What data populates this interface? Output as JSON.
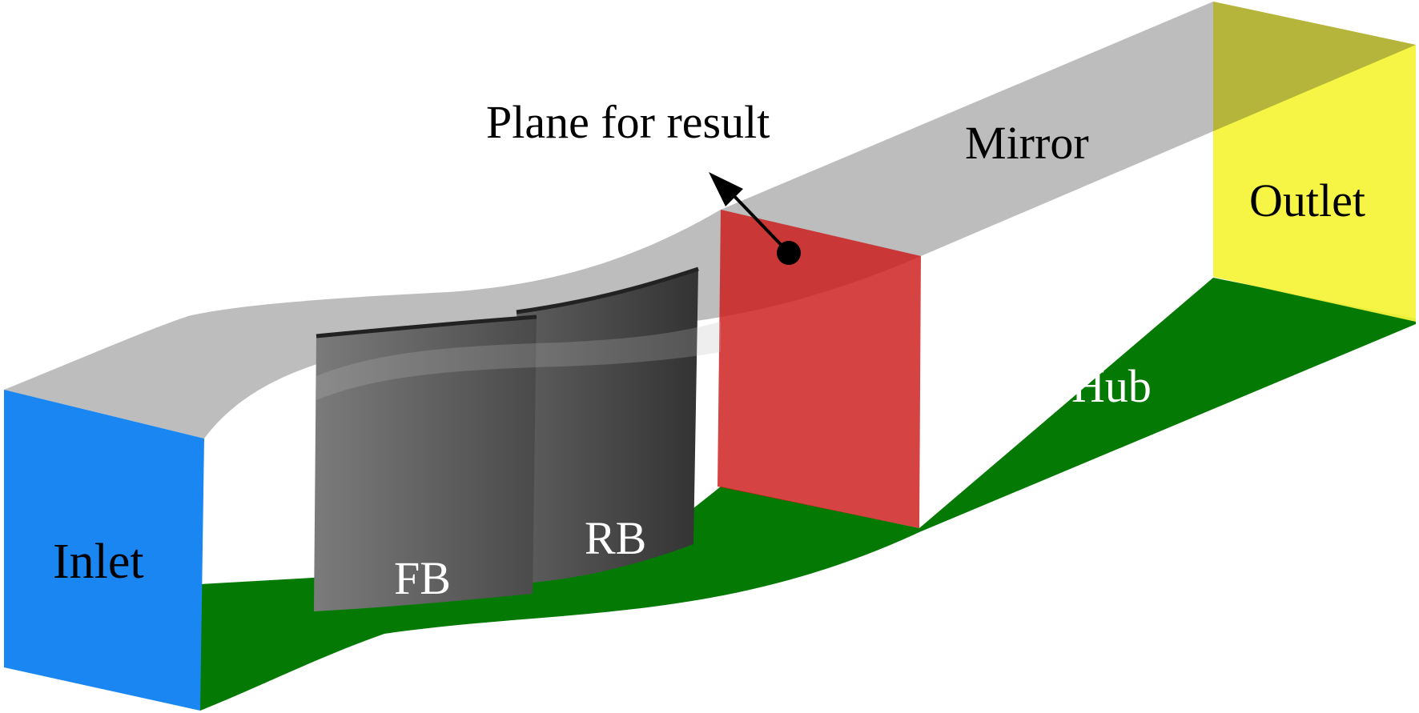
{
  "labels": {
    "inlet": "Inlet",
    "outlet": "Outlet",
    "mirror": "Mirror",
    "hub": "Hub",
    "front_blade": "FB",
    "rear_blade": "RB",
    "result_plane": "Plane for result"
  },
  "colors": {
    "inlet": "#1a86f2",
    "outlet": "#f5f43c",
    "mirror": "#bdbdbd",
    "hub": "#047a04",
    "result_plane": "#cc1a1a",
    "blade": "#5a5a5a",
    "arrow": "#000000"
  }
}
